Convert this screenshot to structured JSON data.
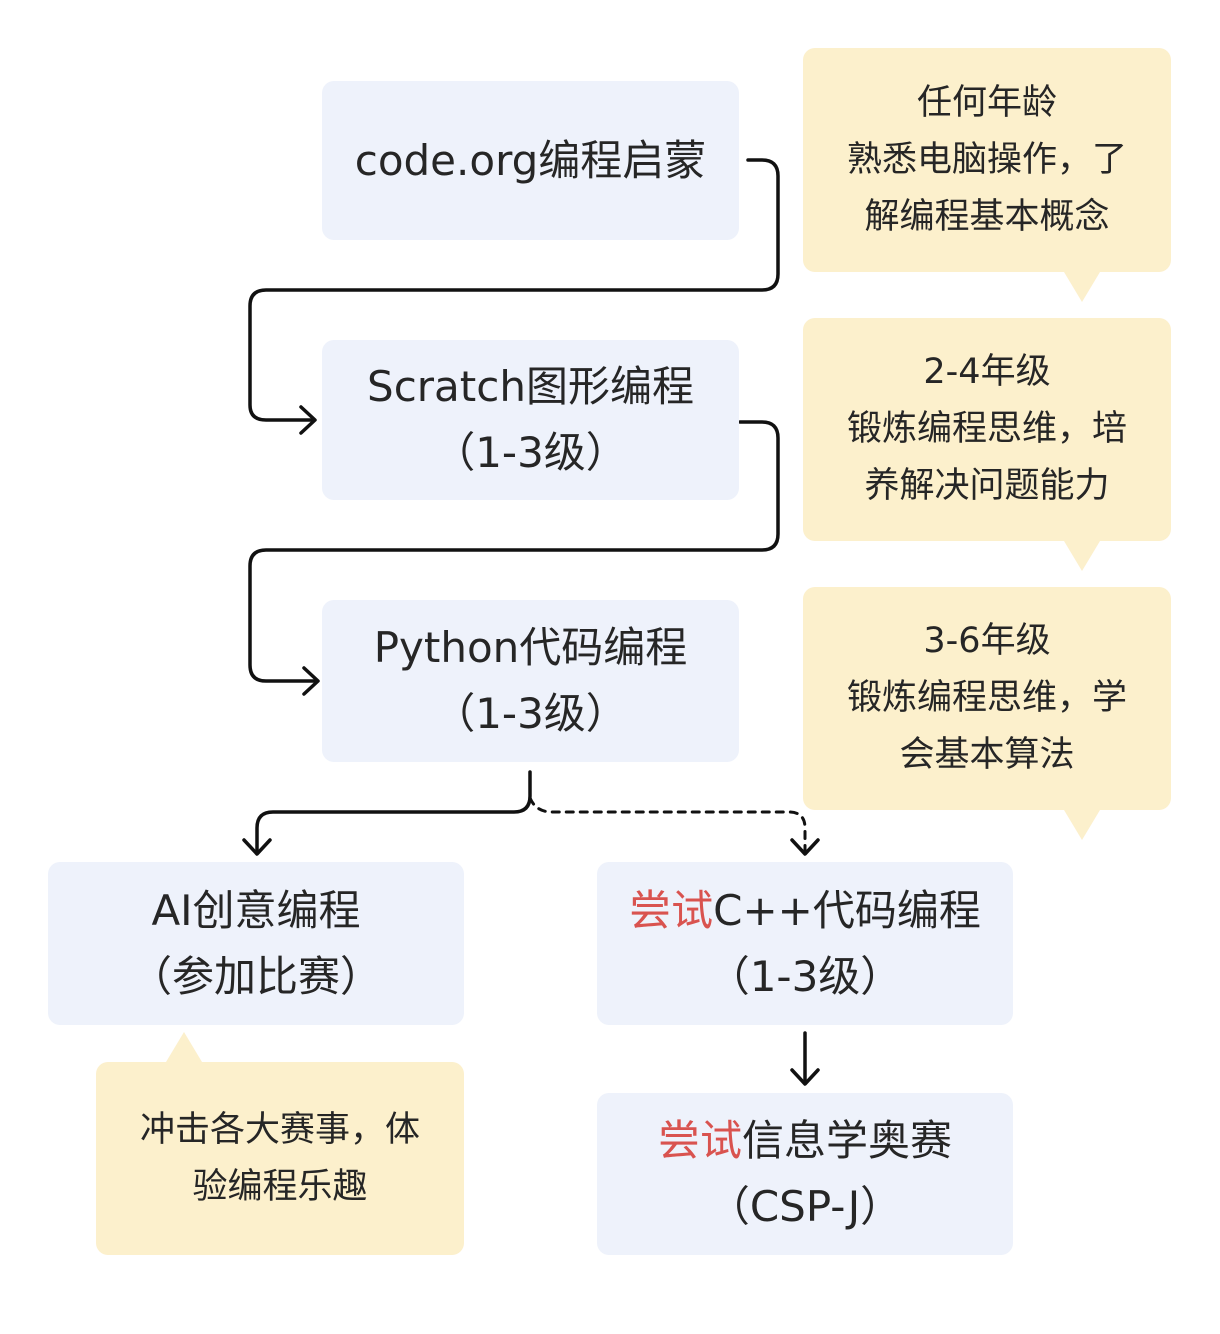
{
  "steps": {
    "codeorg": {
      "line1": "code.org编程启蒙"
    },
    "scratch": {
      "line1": "Scratch图形编程",
      "line2": "（1-3级）"
    },
    "python": {
      "line1": "Python代码编程",
      "line2": "（1-3级）"
    },
    "ai": {
      "line1": "AI创意编程",
      "line2": "（参加比赛）"
    },
    "cpp": {
      "highlight": "尝试",
      "line1_rest": "C++代码编程",
      "line2": "（1-3级）"
    },
    "olympiad": {
      "highlight": "尝试",
      "line1_rest": "信息学奥赛",
      "line2": "（CSP-J）"
    }
  },
  "notes": {
    "codeorg": {
      "line1": "任何年龄",
      "line2": "熟悉电脑操作，了",
      "line3": "解编程基本概念"
    },
    "scratch": {
      "line1": "2-4年级",
      "line2": "锻炼编程思维，培",
      "line3": "养解决问题能力"
    },
    "python": {
      "line1": "3-6年级",
      "line2": "锻炼编程思维，学",
      "line3": "会基本算法"
    },
    "ai": {
      "line1": "冲击各大赛事，体",
      "line2": "验编程乐趣"
    }
  },
  "colors": {
    "step_bg": "#eef2fb",
    "note_bg": "#fcf0cc",
    "highlight": "#d9534f",
    "connector": "#111111"
  }
}
